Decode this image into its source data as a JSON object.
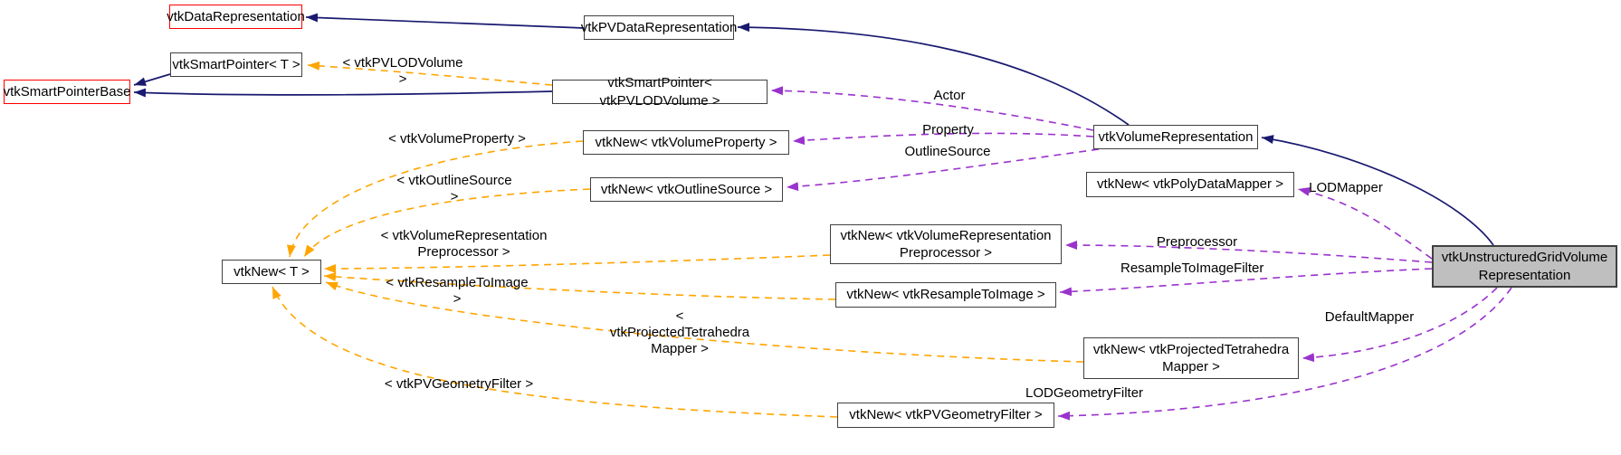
{
  "diagram": {
    "kind": "class-collaboration-graph",
    "colors": {
      "inherit": "#191970",
      "usage": "#9a32cd",
      "template": "#ffa500",
      "node_border": "#404040",
      "truncated_border": "#ff0000",
      "selected_fill": "#bfbfbf",
      "text": "#000000",
      "background": "#ffffff"
    },
    "nodes": {
      "dataRepresentation": {
        "label": "vtkDataRepresentation"
      },
      "pvDataRepresentation": {
        "label": "vtkPVDataRepresentation"
      },
      "smartPointerT": {
        "label": "vtkSmartPointer< T >"
      },
      "smartPointerBase": {
        "label": "vtkSmartPointerBase"
      },
      "smartPointerPVLODVolume": {
        "label": "vtkSmartPointer< vtkPVLODVolume >"
      },
      "newVolumeProperty": {
        "label": "vtkNew< vtkVolumeProperty >"
      },
      "newOutlineSource": {
        "label": "vtkNew< vtkOutlineSource >"
      },
      "newT": {
        "label": "vtkNew< T >"
      },
      "newVolRepPreprocessor": {
        "label": "vtkNew< vtkVolumeRepresentation\nPreprocessor >"
      },
      "newResampleToImage": {
        "label": "vtkNew< vtkResampleToImage >"
      },
      "newPolyDataMapper": {
        "label": "vtkNew< vtkPolyDataMapper >"
      },
      "volumeRepresentation": {
        "label": "vtkVolumeRepresentation"
      },
      "newProjectedTetrahedraMapper": {
        "label": "vtkNew< vtkProjectedTetrahedra\nMapper >"
      },
      "newPVGeometryFilter": {
        "label": "vtkNew< vtkPVGeometryFilter >"
      },
      "unstructuredGridVolumeRepresentation": {
        "label": "vtkUnstructuredGridVolume\nRepresentation"
      }
    },
    "edgeLabels": {
      "tplPVLODVolume": "< vtkPVLODVolume >",
      "tplVolumeProperty": "< vtkVolumeProperty >",
      "tplOutlineSource": "< vtkOutlineSource >",
      "tplVolRepPreprocessor": "< vtkVolumeRepresentation\nPreprocessor >",
      "tplResampleToImage": "< vtkResampleToImage >",
      "tplProjectedTetrahedraMapper": "< vtkProjectedTetrahedra\nMapper >",
      "tplPVGeometryFilter": "< vtkPVGeometryFilter >",
      "actor": "Actor",
      "property": "Property",
      "outlineSource": "OutlineSource",
      "lodMapper": "LODMapper",
      "preprocessor": "Preprocessor",
      "resampleToImageFilter": "ResampleToImageFilter",
      "defaultMapper": "DefaultMapper",
      "lodGeometryFilter": "LODGeometryFilter"
    },
    "edges": [
      {
        "from": "pvDataRepresentation",
        "to": "dataRepresentation",
        "type": "inheritance",
        "label": ""
      },
      {
        "from": "volumeRepresentation",
        "to": "pvDataRepresentation",
        "type": "inheritance",
        "label": ""
      },
      {
        "from": "smartPointerT",
        "to": "smartPointerBase",
        "type": "inheritance",
        "label": ""
      },
      {
        "from": "smartPointerPVLODVolume",
        "to": "smartPointerBase",
        "type": "inheritance",
        "label": ""
      },
      {
        "from": "unstructuredGridVolumeRepresentation",
        "to": "volumeRepresentation",
        "type": "inheritance",
        "label": ""
      },
      {
        "from": "smartPointerPVLODVolume",
        "to": "smartPointerT",
        "type": "template-instance",
        "label": "< vtkPVLODVolume >"
      },
      {
        "from": "newVolumeProperty",
        "to": "newT",
        "type": "template-instance",
        "label": "< vtkVolumeProperty >"
      },
      {
        "from": "newOutlineSource",
        "to": "newT",
        "type": "template-instance",
        "label": "< vtkOutlineSource >"
      },
      {
        "from": "newVolRepPreprocessor",
        "to": "newT",
        "type": "template-instance",
        "label": "< vtkVolumeRepresentation Preprocessor >"
      },
      {
        "from": "newResampleToImage",
        "to": "newT",
        "type": "template-instance",
        "label": "< vtkResampleToImage >"
      },
      {
        "from": "newProjectedTetrahedraMapper",
        "to": "newT",
        "type": "template-instance",
        "label": "< vtkProjectedTetrahedra Mapper >"
      },
      {
        "from": "newPVGeometryFilter",
        "to": "newT",
        "type": "template-instance",
        "label": "< vtkPVGeometryFilter >"
      },
      {
        "from": "volumeRepresentation",
        "to": "smartPointerPVLODVolume",
        "type": "member",
        "label": "Actor"
      },
      {
        "from": "volumeRepresentation",
        "to": "newVolumeProperty",
        "type": "member",
        "label": "Property"
      },
      {
        "from": "volumeRepresentation",
        "to": "newOutlineSource",
        "type": "member",
        "label": "OutlineSource"
      },
      {
        "from": "unstructuredGridVolumeRepresentation",
        "to": "newPolyDataMapper",
        "type": "member",
        "label": "LODMapper"
      },
      {
        "from": "unstructuredGridVolumeRepresentation",
        "to": "newVolRepPreprocessor",
        "type": "member",
        "label": "Preprocessor"
      },
      {
        "from": "unstructuredGridVolumeRepresentation",
        "to": "newResampleToImage",
        "type": "member",
        "label": "ResampleToImageFilter"
      },
      {
        "from": "unstructuredGridVolumeRepresentation",
        "to": "newProjectedTetrahedraMapper",
        "type": "member",
        "label": "DefaultMapper"
      },
      {
        "from": "unstructuredGridVolumeRepresentation",
        "to": "newPVGeometryFilter",
        "type": "member",
        "label": "LODGeometryFilter"
      }
    ]
  }
}
